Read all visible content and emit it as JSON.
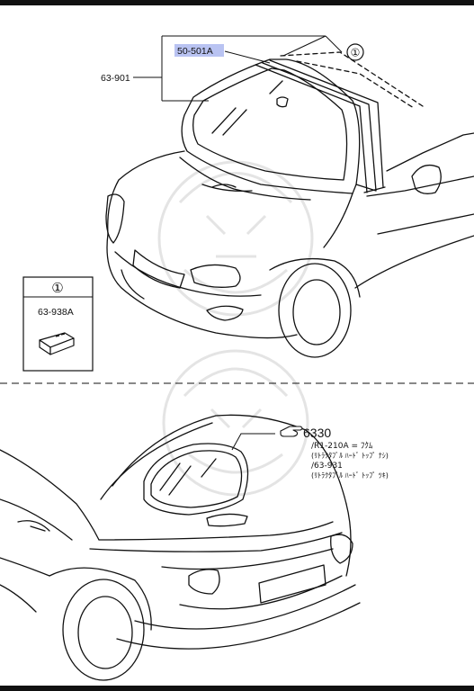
{
  "upper_view": {
    "highlighted_part": "50-501A",
    "windshield_part": "63-901",
    "callout_marker": "①",
    "inset": {
      "marker": "①",
      "part": "63-938A"
    }
  },
  "lower_view": {
    "reference_icon": "pointing-hand-icon",
    "reference_number": "6330",
    "notes": [
      "/R1-210A = ﾌｸﾑ",
      "(ﾘﾄﾗｸﾀﾌﾞﾙ ﾊｰﾄﾞ ﾄｯﾌﾟ ﾅｼ)",
      "/63-931",
      "(ﾘﾄﾗｸﾀﾌﾞﾙ ﾊｰﾄﾞ ﾄｯﾌﾟ ﾂｷ)"
    ]
  },
  "colors": {
    "highlight": "#b9c3f2",
    "line": "#111111",
    "watermark": "#e4e4e4"
  }
}
